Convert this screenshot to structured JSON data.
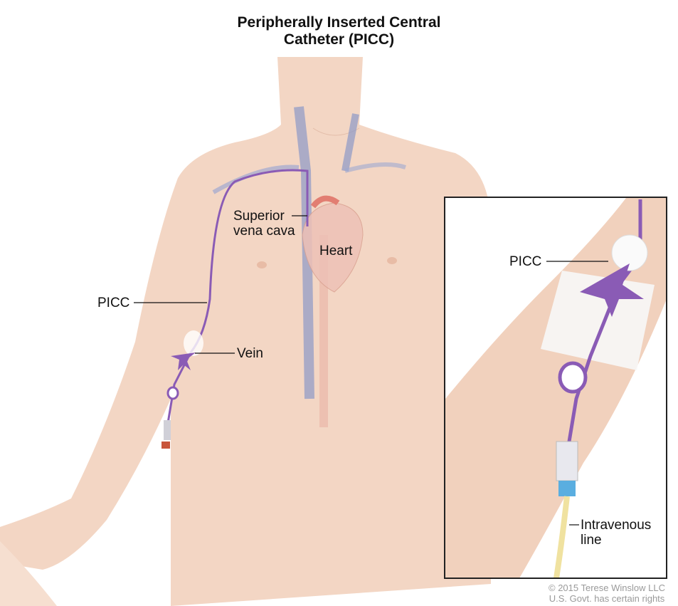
{
  "title": {
    "line1": "Peripherally Inserted Central",
    "line2": "Catheter (PICC)"
  },
  "labels": {
    "superior_vena_cava": {
      "line1": "Superior",
      "line2": "vena cava"
    },
    "heart": "Heart",
    "picc_main": "PICC",
    "vein": "Vein",
    "picc_inset": "PICC",
    "intravenous_line": {
      "line1": "Intravenous",
      "line2": "line"
    }
  },
  "credit": {
    "line1": "© 2015 Terese Winslow LLC",
    "line2": "U.S. Govt. has certain rights"
  },
  "colors": {
    "skin": "#f2d3c0",
    "catheter": "#8a5bb5",
    "vein": "#7f8fc2",
    "heart": "#e59a8e",
    "iv_line": "#f0e2a0"
  }
}
